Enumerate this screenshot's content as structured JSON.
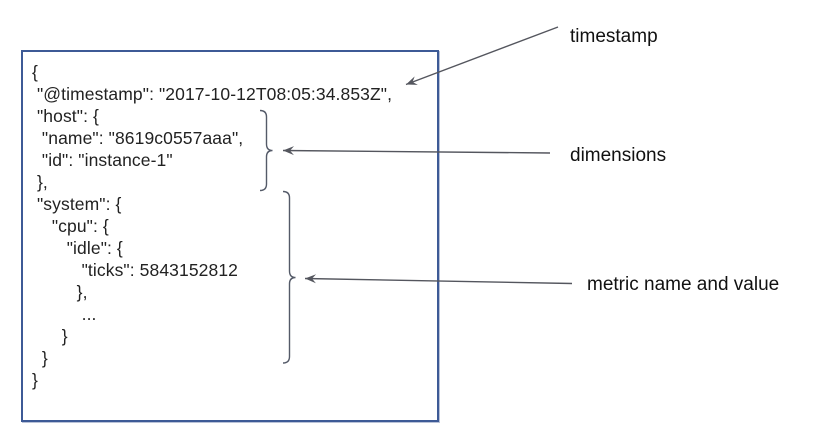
{
  "code": {
    "text": "{\n \"@timestamp\": \"2017-10-12T08:05:34.853Z\",\n \"host\": {\n  \"name\": \"8619c0557aaa\",\n  \"id\": \"instance-1\"\n },\n \"system\": {\n    \"cpu\": {\n       \"idle\": {\n          \"ticks\": 5843152812\n         },\n          ...\n      }\n  }\n}"
  },
  "annotations": {
    "timestamp": "timestamp",
    "dimensions": "dimensions",
    "metric": "metric name and value"
  },
  "colors": {
    "background": "#ffffff",
    "box_border": "#3d5a96",
    "code_text": "#222222",
    "label_text": "#111111",
    "arrow": "#54565e",
    "brace": "#545a68"
  }
}
